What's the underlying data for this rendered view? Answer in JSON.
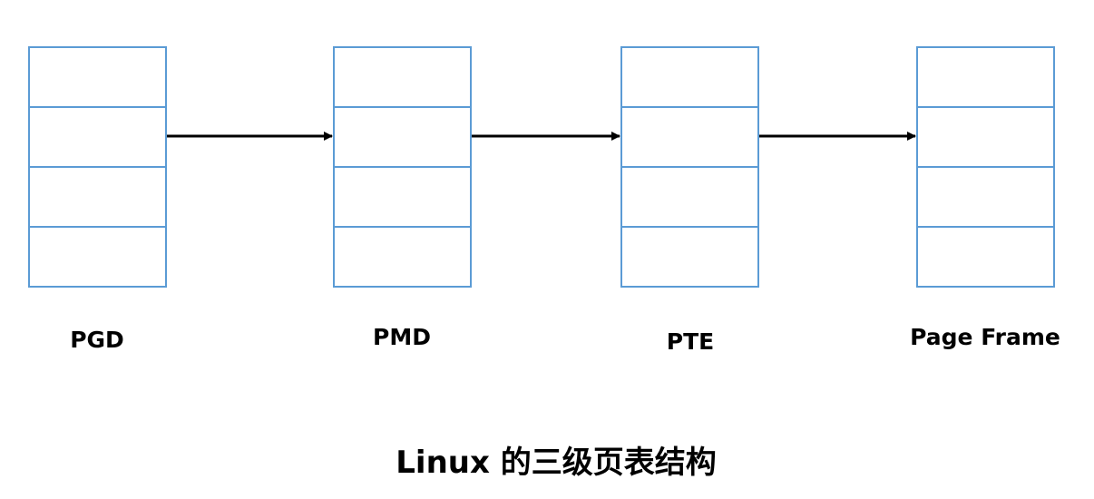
{
  "tables": [
    {
      "label": "PGD"
    },
    {
      "label": "PMD"
    },
    {
      "label": "PTE"
    },
    {
      "label": "Page Frame"
    }
  ],
  "caption": "Linux 的三级页表结构",
  "colors": {
    "table_border": "#5b9bd5",
    "arrow": "#000000",
    "text": "#000000"
  }
}
